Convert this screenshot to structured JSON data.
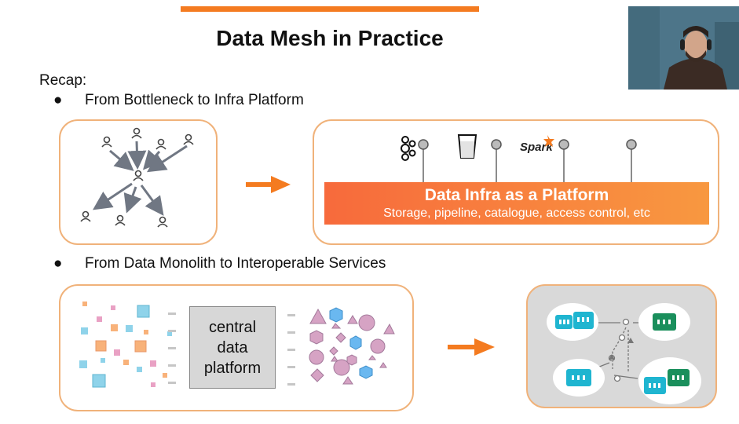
{
  "slide": {
    "title": "Data Mesh in Practice",
    "recap_label": "Recap:",
    "bullet_symbol": "●",
    "bullets": [
      "From Bottleneck to Infra Platform",
      "From Data Monolith to Interoperable Services"
    ]
  },
  "infra": {
    "title": "Data Infra as a Platform",
    "subtitle": "Storage, pipeline, catalogue, access control, etc",
    "spark_logo": "Spark"
  },
  "monolith": {
    "central_lines": [
      "central",
      "data",
      "platform"
    ]
  },
  "icons": [
    "person-icon",
    "kafka-icon",
    "bucket-icon",
    "spark-logo",
    "arrow-right-icon"
  ],
  "colors": {
    "accent": "#f47b20",
    "box_border": "#f0b27a",
    "gradient_start": "#f76a3c",
    "gradient_end": "#f89840",
    "teal": "#1fb5d0",
    "green": "#1a8f5c",
    "pink_shape": "#d6a3c4",
    "square_blue": "#8fd3ea",
    "square_orange": "#f8b27a"
  }
}
